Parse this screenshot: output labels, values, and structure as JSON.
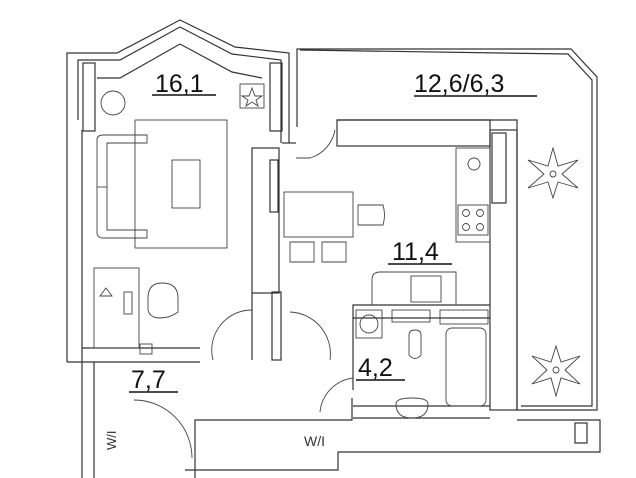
{
  "plan": {
    "rooms": [
      {
        "id": "living-room",
        "area": "16,1"
      },
      {
        "id": "balcony",
        "area": "12,6/6,3"
      },
      {
        "id": "kitchen",
        "area": "11,4"
      },
      {
        "id": "hallway",
        "area": "7,7"
      },
      {
        "id": "bathroom",
        "area": "4,2"
      }
    ],
    "closet_marks": [
      "W/I",
      "W/I"
    ]
  }
}
